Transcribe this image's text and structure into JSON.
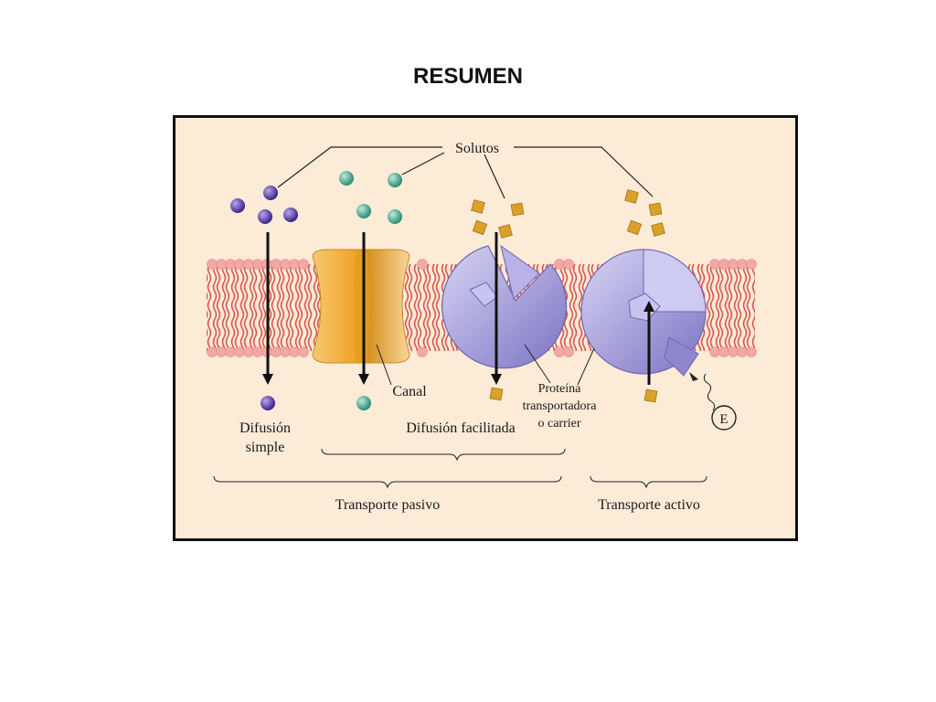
{
  "title": "RESUMEN",
  "diagram": {
    "solutes_label": "Solutos",
    "channel_label": "Canal",
    "carrier_label": [
      "Proteína",
      "transportadora",
      "o carrier"
    ],
    "simple_diffusion_label": [
      "Difusión",
      "simple"
    ],
    "facilitated_diffusion_label": "Difusión facilitada",
    "passive_transport_label": "Transporte pasivo",
    "active_transport_label": "Transporte activo",
    "energy_label": "E",
    "colors": {
      "background": "#fcebd6",
      "membrane_heads": "#f2a9a6",
      "lipid_tails": "#d9534f",
      "simple_solute": "#5b3fa3",
      "channel_solute": "#4aa88f",
      "carrier_solute": "#d9a02a",
      "channel_protein": "#f2b23d",
      "carrier_protein": "#9d95d6"
    }
  }
}
